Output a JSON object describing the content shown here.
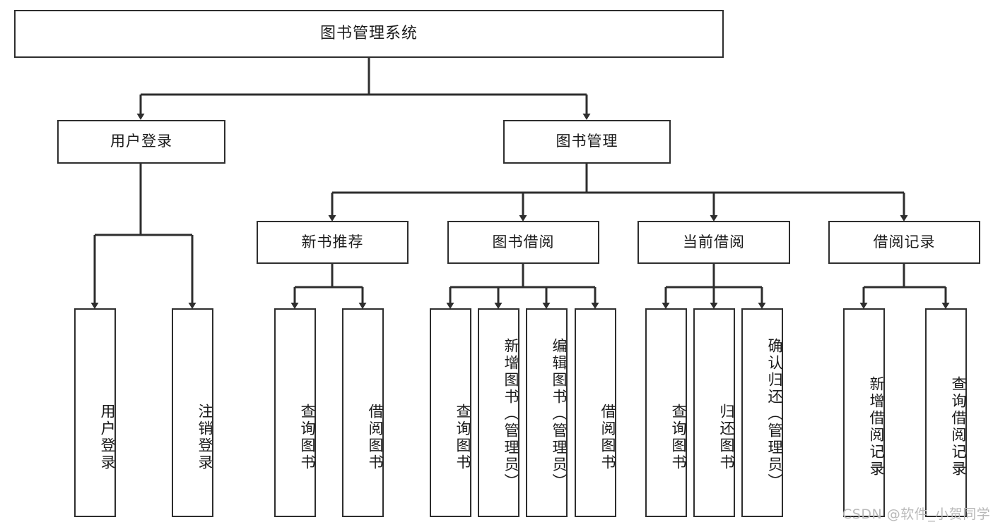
{
  "diagram": {
    "type": "tree-hierarchy",
    "title": "图书管理系统",
    "watermark": "CSDN @软件_小贺同学",
    "colors": {
      "box_border": "#2e2e2e",
      "box_fill": "#ffffff",
      "edge": "#2e2e2e",
      "text": "#1b1b1b",
      "watermark": "#b9b9b9",
      "background": "#ffffff"
    },
    "nodes": {
      "root": {
        "label": "图书管理系统",
        "level": 1
      },
      "l2": [
        {
          "id": "user-login",
          "label": "用户登录",
          "level": 2
        },
        {
          "id": "book-manage",
          "label": "图书管理",
          "level": 2
        }
      ],
      "l3": [
        {
          "id": "new-book-recommend",
          "label": "新书推荐",
          "level": 3,
          "parent": "book-manage"
        },
        {
          "id": "book-borrow",
          "label": "图书借阅",
          "level": 3,
          "parent": "book-manage"
        },
        {
          "id": "current-borrow",
          "label": "当前借阅",
          "level": 3,
          "parent": "book-manage"
        },
        {
          "id": "borrow-record",
          "label": "借阅记录",
          "level": 3,
          "parent": "book-manage"
        }
      ],
      "leaves": [
        {
          "id": "leaf-user-login",
          "label": "用户登录",
          "parent": "user-login"
        },
        {
          "id": "leaf-user-logout",
          "label": "注销登录",
          "parent": "user-login"
        },
        {
          "id": "leaf-query-book-1",
          "label": "查询图书",
          "parent": "new-book-recommend"
        },
        {
          "id": "leaf-borrow-book-1",
          "label": "借阅图书",
          "parent": "new-book-recommend"
        },
        {
          "id": "leaf-query-book-2",
          "label": "查询图书",
          "parent": "book-borrow"
        },
        {
          "id": "leaf-add-book",
          "label": "新增图书（管理员）",
          "parent": "book-borrow"
        },
        {
          "id": "leaf-edit-book",
          "label": "编辑图书（管理员）",
          "parent": "book-borrow"
        },
        {
          "id": "leaf-borrow-book-2",
          "label": "借阅图书",
          "parent": "book-borrow"
        },
        {
          "id": "leaf-query-book-3",
          "label": "查询图书",
          "parent": "current-borrow"
        },
        {
          "id": "leaf-return-book",
          "label": "归还图书",
          "parent": "current-borrow"
        },
        {
          "id": "leaf-confirm-return",
          "label": "确认归还（管理员）",
          "parent": "current-borrow"
        },
        {
          "id": "leaf-add-record",
          "label": "新增借阅记录",
          "parent": "borrow-record"
        },
        {
          "id": "leaf-query-record",
          "label": "查询借阅记录",
          "parent": "borrow-record"
        }
      ]
    }
  }
}
